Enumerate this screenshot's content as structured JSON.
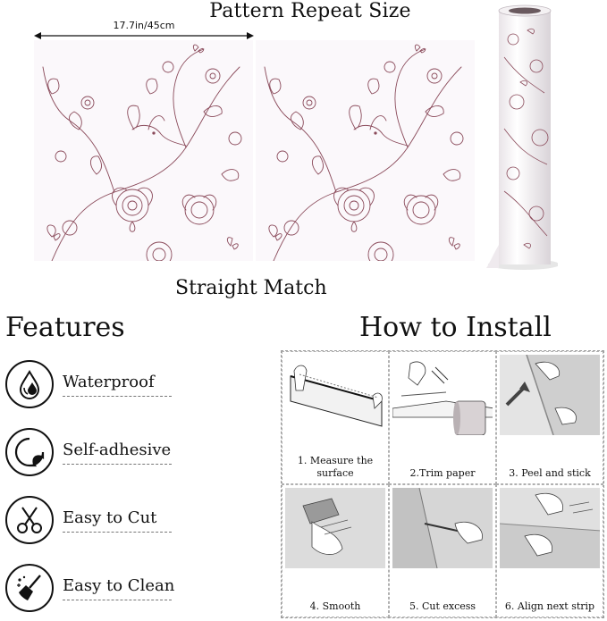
{
  "pattern": {
    "title": "Pattern Repeat Size",
    "measurement": "17.7in/45cm",
    "match_label": "Straight Match"
  },
  "features": {
    "title": "Features",
    "items": [
      {
        "label": "Waterproof",
        "icon": "water-drops-icon"
      },
      {
        "label": "Self-adhesive",
        "icon": "peel-sticker-icon"
      },
      {
        "label": "Easy to Cut",
        "icon": "scissors-icon"
      },
      {
        "label": "Easy to Clean",
        "icon": "broom-clean-icon"
      }
    ]
  },
  "install": {
    "title": "How to Install",
    "steps": [
      {
        "caption": "1. Measure the surface"
      },
      {
        "caption": "2.Trim paper"
      },
      {
        "caption": "3. Peel and stick"
      },
      {
        "caption": "4. Smooth"
      },
      {
        "caption": "5. Cut excess"
      },
      {
        "caption": "6. Align next strip"
      }
    ]
  },
  "colors": {
    "pattern_ink": "#8a4a5a",
    "pattern_bg": "#fbf8fb",
    "photo_gray": "#cfcfcf"
  }
}
